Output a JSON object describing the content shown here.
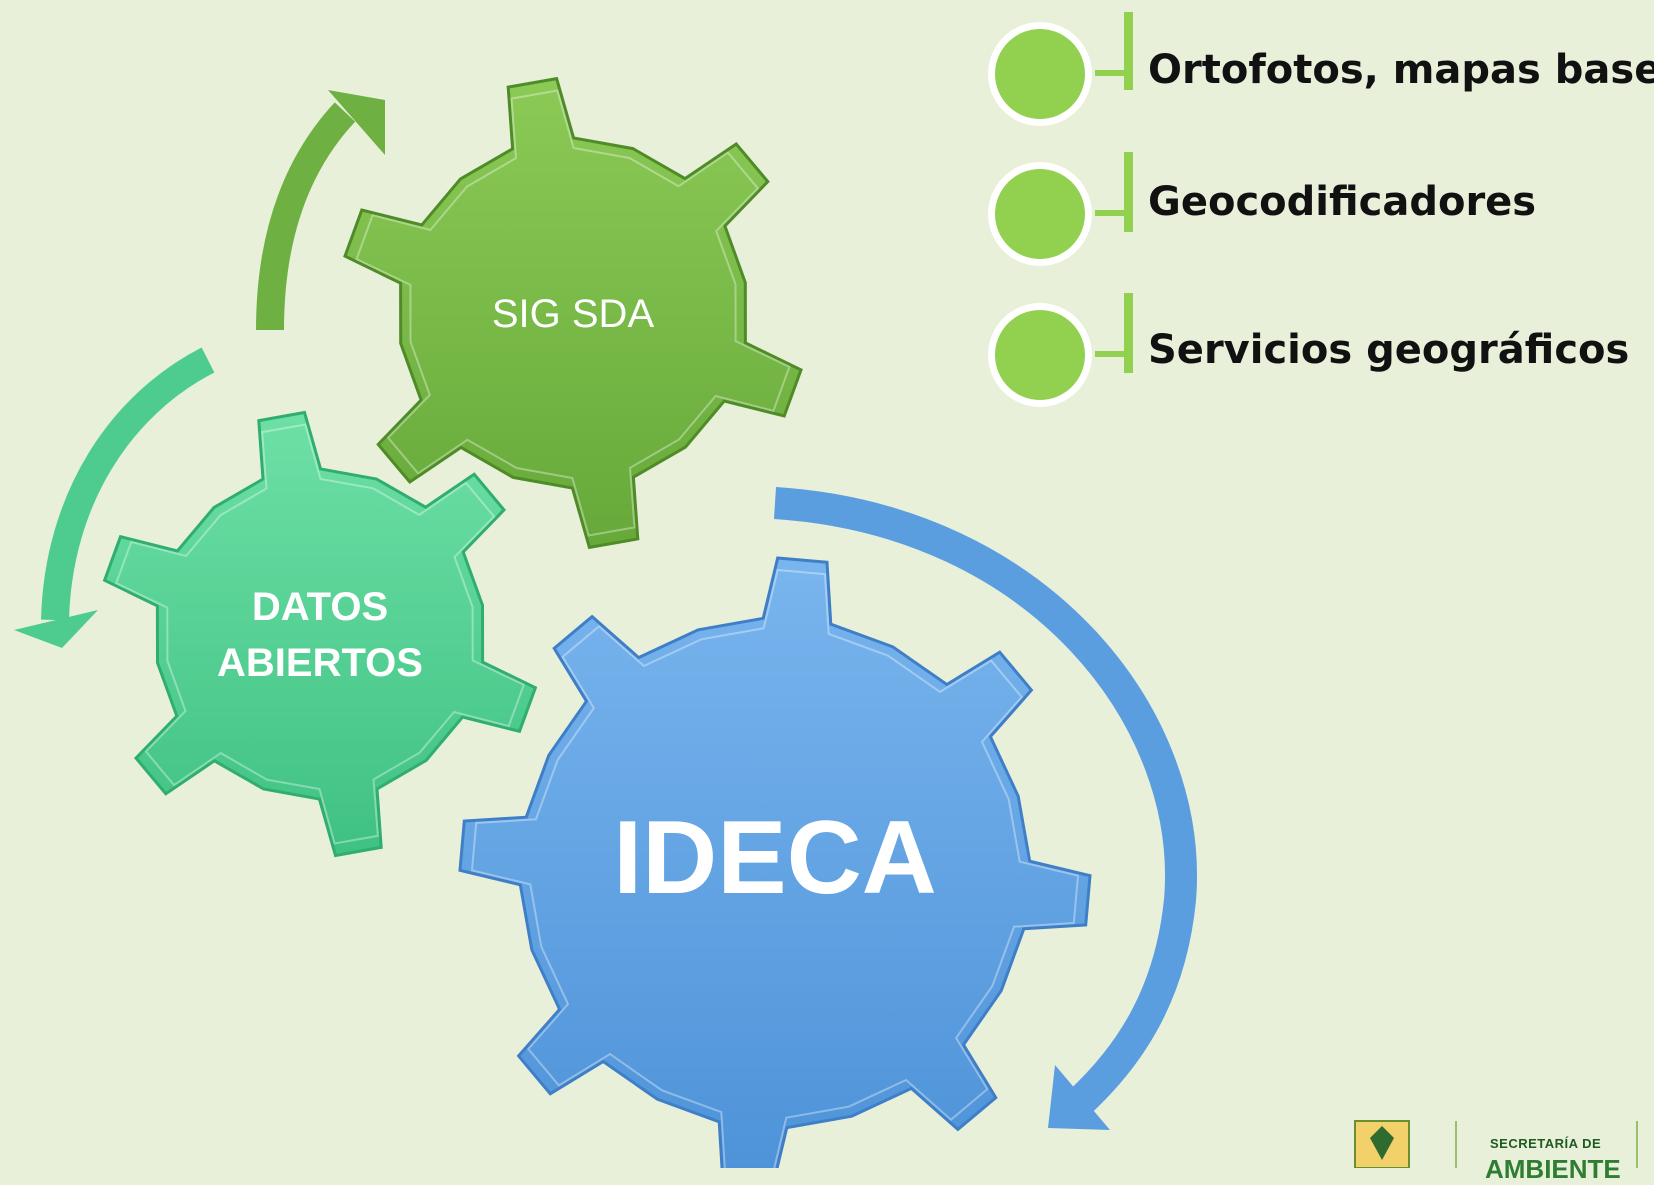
{
  "gears": [
    {
      "label_lines": [
        "SIG SDA"
      ],
      "color": "#76b53e",
      "teeth": 6
    },
    {
      "label_lines": [
        "DATOS",
        "ABIERTOS"
      ],
      "color": "#52d08e",
      "teeth": 6
    },
    {
      "label_lines": [
        "IDECA"
      ],
      "color": "#5ea2e3",
      "teeth": 8
    }
  ],
  "list": {
    "items": [
      {
        "label": "Ortofotos, mapas base"
      },
      {
        "label": "Geocodificadores"
      },
      {
        "label": "Servicios geográficos"
      }
    ],
    "circle_color": "#92d050",
    "bar_color": "#92d050"
  },
  "logo": {
    "line1": "SECRETARÍA DE",
    "line2": "AMBIENTE"
  }
}
